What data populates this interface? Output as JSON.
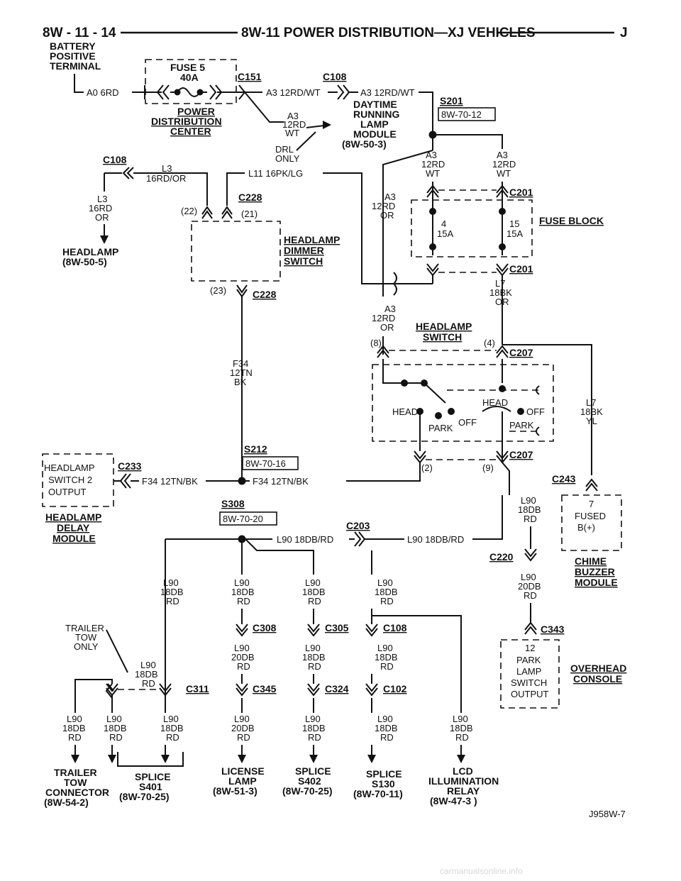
{
  "header": {
    "page_number": "8W - 11 - 14",
    "title": "8W-11 POWER DISTRIBUTION—XJ VEHICLES",
    "code": "J"
  },
  "battery": [
    "BATTERY",
    "POSITIVE",
    "TERMINAL"
  ],
  "fuse5": [
    "FUSE 5",
    "40A"
  ],
  "pdc": [
    "POWER",
    "DISTRIBUTION",
    "CENTER"
  ],
  "drm": [
    "DAYTIME",
    "RUNNING",
    "LAMP",
    "MODULE",
    "(8W-50-3)"
  ],
  "headlamp_left": [
    "HEADLAMP",
    "(8W-50-5)"
  ],
  "dimmer": [
    "HEADLAMP",
    "DIMMER",
    "SWITCH"
  ],
  "fuse_block": "FUSE BLOCK",
  "headlamp_switch": [
    "HEADLAMP",
    "SWITCH"
  ],
  "delay_module": [
    "HEADLAMP",
    "DELAY",
    "MODULE"
  ],
  "delay_box": [
    "HEADLAMP",
    "SWITCH 2",
    "OUTPUT"
  ],
  "chime": [
    "CHIME",
    "BUZZER",
    "MODULE"
  ],
  "chime_box": [
    "7",
    "FUSED",
    "B(+)"
  ],
  "overhead": [
    "OVERHEAD",
    "CONSOLE"
  ],
  "overhead_box": [
    "12",
    "PARK",
    "LAMP",
    "SWITCH",
    "OUTPUT"
  ],
  "connectors": {
    "c151": "C151",
    "c108": "C108",
    "c228": "C228",
    "c201": "C201",
    "c207": "C207",
    "c233": "C233",
    "c243": "C243",
    "c203": "C203",
    "c220": "C220",
    "c343": "C343",
    "c308": "C308",
    "c305": "C305",
    "c311": "C311",
    "c345": "C345",
    "c324": "C324",
    "c102": "C102"
  },
  "splices": {
    "s201": "S201",
    "s201_ref": "8W-70-12",
    "s212": "S212",
    "s212_ref": "8W-70-16",
    "s308": "S308",
    "s308_ref": "8W-70-20"
  },
  "wires": {
    "a0": "A0 6RD",
    "a3_a": "A3 12RD/WT",
    "a3_b": "A3 12RD/WT",
    "a3_stack": [
      "A3",
      "12RD",
      "WT"
    ],
    "drl_only": [
      "DRL",
      "ONLY"
    ],
    "l3_top": [
      "L3",
      "16RD/OR"
    ],
    "l3_left": [
      "L3",
      "16RD",
      "OR"
    ],
    "l11": "L11 16PK/LG",
    "a3_left": [
      "A3",
      "12RD",
      "WT"
    ],
    "a3_right": [
      "A3",
      "12RD",
      "WT"
    ],
    "a3_or": [
      "A3",
      "12RD",
      "OR"
    ],
    "a3_or2": [
      "A3",
      "12RD",
      "OR"
    ],
    "l7_bk": [
      "L7",
      "18BK",
      "OR"
    ],
    "f34_stack": [
      "F34",
      "12TN",
      "BK"
    ],
    "f34_a": "F34 12TN/BK",
    "f34_b": "F34 12TN/BK",
    "l7_yl": [
      "L7",
      "18BK",
      "YL"
    ],
    "l90_dbrd": [
      "L90",
      "18DB",
      "RD"
    ],
    "l90_h1": "L90 18DB/RD",
    "l90_h2": "L90 18DB/RD",
    "l90_20": [
      "L90",
      "20DB",
      "RD"
    ],
    "trailer_only": [
      "TRAILER",
      "TOW",
      "ONLY"
    ]
  },
  "pins": {
    "p22": "(22)",
    "p21": "(21)",
    "p23": "(23)",
    "p8": "(8)",
    "p4": "(4)",
    "p2": "(2)",
    "p9": "(9)"
  },
  "fuses": {
    "f4": [
      "4",
      "15A"
    ],
    "f15": [
      "15",
      "15A"
    ]
  },
  "switch_labels": {
    "head_l": "HEAD",
    "head_r": "HEAD",
    "park_l": "PARK",
    "park_r": "PARK",
    "off_l": "OFF",
    "off_r": "OFF"
  },
  "destinations": {
    "trailer": [
      "TRAILER",
      "TOW",
      "CONNECTOR",
      "(8W-54-2)"
    ],
    "s401": [
      "SPLICE",
      "S401",
      "(8W-70-25)"
    ],
    "license": [
      "LICENSE",
      "LAMP",
      "(8W-51-3)"
    ],
    "s402": [
      "SPLICE",
      "S402",
      "(8W-70-25)"
    ],
    "s130": [
      "SPLICE",
      "S130",
      "(8W-70-11)"
    ],
    "lcd": [
      "LCD",
      "ILLUMINATION",
      "RELAY",
      "(8W-47-3 )"
    ]
  },
  "figure_id": "J958W-7",
  "watermark": "carmanualsonline.info"
}
